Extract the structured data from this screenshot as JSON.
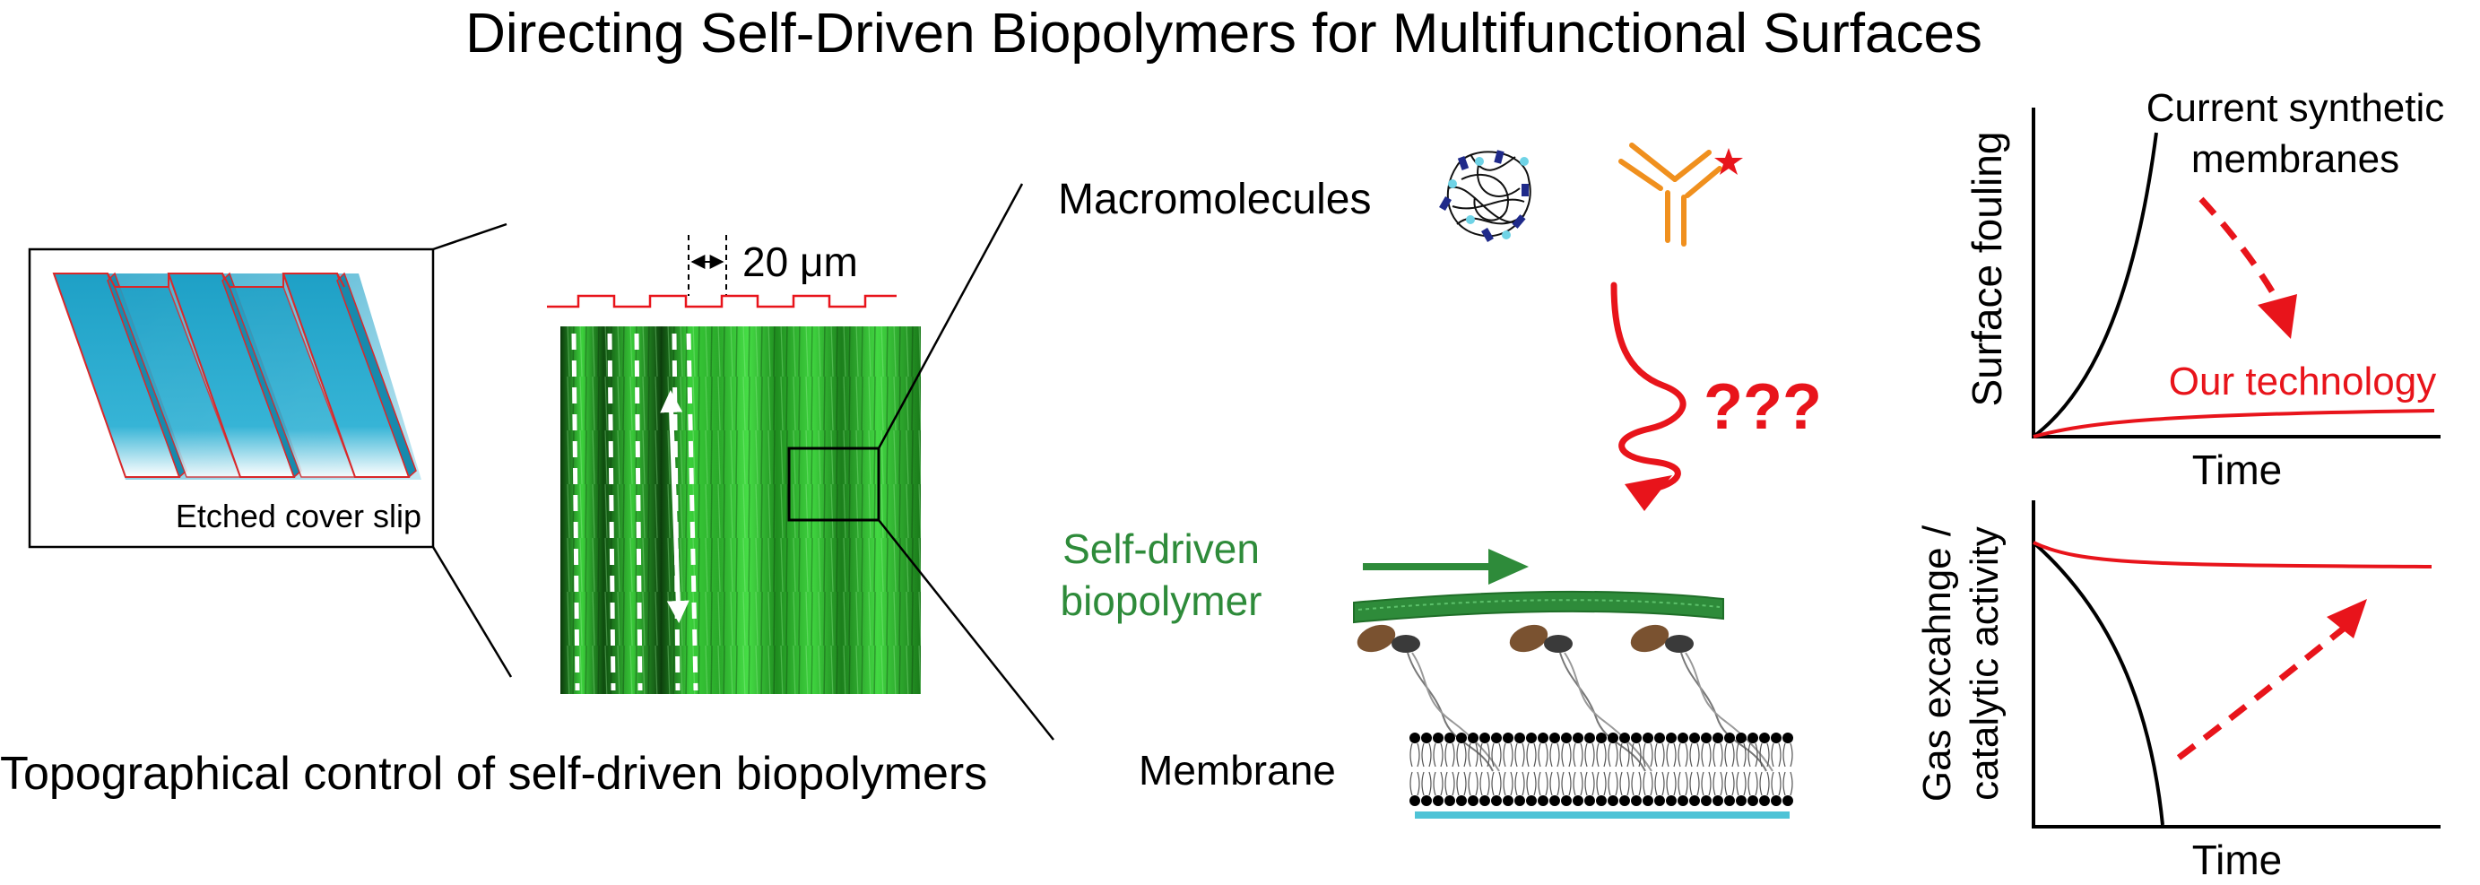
{
  "title": "Directing Self-Driven Biopolymers for Multifunctional Surfaces",
  "left_panel": {
    "coverslip_label": "Etched cover slip",
    "caption": "Topographical control of self-driven biopolymers",
    "scale_label": "20 μm"
  },
  "middle_panel": {
    "macromolecules_label": "Macromolecules",
    "question_marks": "???",
    "biopolymer_label_line1": "Self-driven",
    "biopolymer_label_line2": "biopolymer",
    "membrane_label": "Membrane"
  },
  "right_top_plot": {
    "ylabel": "Surface fouling",
    "xlabel": "Time",
    "current_label_line1": "Current synthetic",
    "current_label_line2": "membranes",
    "our_label": "Our technology"
  },
  "right_bottom_plot": {
    "ylabel_line1": "Gas excahnge /",
    "ylabel_line2": "catalytic activity",
    "xlabel": "Time"
  },
  "colors": {
    "accent_red": "#e8141b",
    "biopolymer_green": "#2e8b3a",
    "coverslip_blue": "#1ea0c6",
    "membrane_blue": "#4fc3d6",
    "fluorescence_green": "#1fa81f",
    "antibody_orange": "#f0901e"
  }
}
